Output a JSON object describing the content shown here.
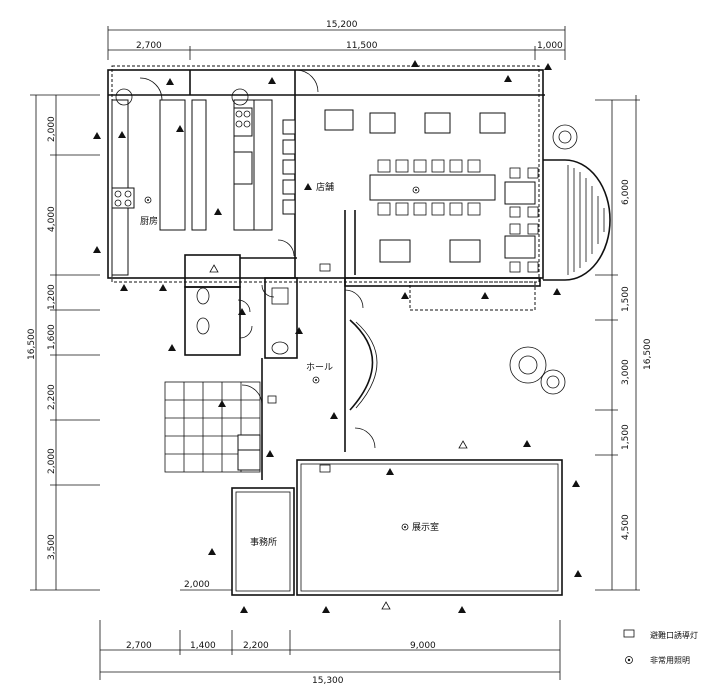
{
  "top_dims": {
    "overall": "15,200",
    "segments": [
      "2,700",
      "11,500",
      "1,000"
    ]
  },
  "bottom_dims": {
    "overall": "15,300",
    "segments": [
      "2,700",
      "1,400",
      "2,200",
      "9,000"
    ]
  },
  "left_dims": {
    "overall": "16,500",
    "segments": [
      "2,000",
      "4,000",
      "1,200",
      "1,600",
      "2,200",
      "2,000",
      "3,500"
    ]
  },
  "right_dims": {
    "overall": "16,500",
    "segments": [
      "6,000",
      "1,500",
      "3,000",
      "1,500",
      "4,500"
    ]
  },
  "inner_dim": "2,000",
  "rooms": {
    "kitchen": "厨房",
    "shop": "店舗",
    "hall": "ホール",
    "exhibition": "展示室",
    "office": "事務所"
  },
  "legend": {
    "exit_light": "避難口誘導灯",
    "emergency_light": "非常用照明"
  },
  "icons": {
    "exit_light": "exit-guide-light-icon",
    "emergency_light": "emergency-light-icon",
    "speaker": "speaker-triangle-icon"
  }
}
